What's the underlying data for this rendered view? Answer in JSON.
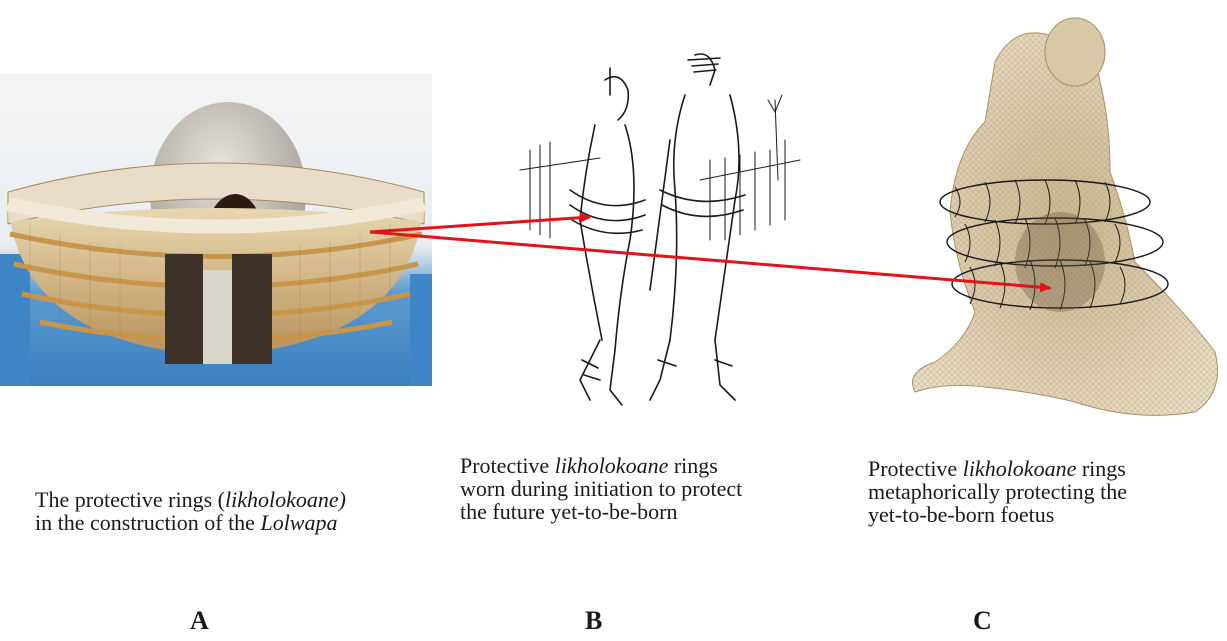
{
  "captions": {
    "a": {
      "line1_pre": "The protective rings (",
      "line1_it": "likholokoane)",
      "line2_pre": "in the construction of the ",
      "line2_it": "Lolwapa"
    },
    "b": {
      "line1_pre": "Protective ",
      "line1_it": "likholokoane",
      "line1_post": " rings",
      "line2": "worn during initiation to protect",
      "line3": "the future yet-to-be-born"
    },
    "c": {
      "line1_pre": "Protective ",
      "line1_it": "likholokoane",
      "line1_post": " rings",
      "line2": "metaphorically protecting the",
      "line3": "yet-to-be-born foetus"
    }
  },
  "labels": {
    "a": "A",
    "b": "B",
    "c": "C"
  },
  "colors": {
    "arrow": "#e3121b",
    "thatch": "#d8b06a",
    "dome": "#c9c4bd",
    "sky": "#4d8fc9",
    "mesh": "#b9a27a"
  },
  "icons": {
    "panel_a": "thatched-enclosure-photo",
    "panel_b": "initiation-figures-sketch",
    "panel_c": "kneeling-figure-mesh"
  }
}
